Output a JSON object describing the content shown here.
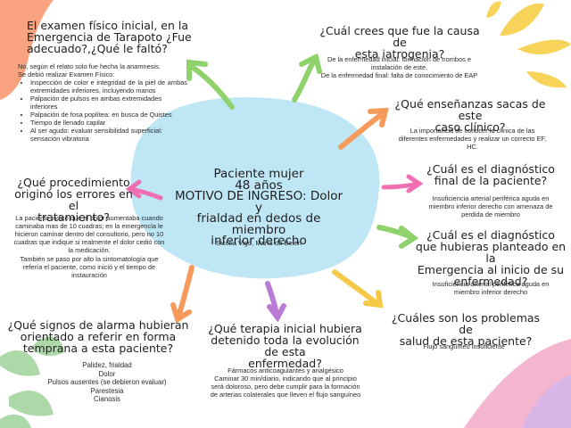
{
  "colors": {
    "central_blob": "#bfe6f5",
    "corner_blob": "#f9a27f",
    "arrow_green": "#8fd16a",
    "arrow_orange": "#f69a5c",
    "arrow_pink": "#ef6fb0",
    "arrow_purple": "#b97bd6",
    "arrow_yellow": "#f7c948",
    "leaf_green": "#9fd39a",
    "sun_yellow": "#f8d35a",
    "corner_pink": "#f4b6cf",
    "corner_lilac": "#d9b4e6"
  },
  "center": {
    "title_line1": "Paciente mujer",
    "title_line2": "48 años",
    "title_line3": "MOTIVO DE INGRESO: Dolor y",
    "title_line4": "frialdad en dedos de miembro",
    "title_line5": "inferior derecho",
    "author": "Siccha Vigo, María de Belén"
  },
  "q1": {
    "question_line1": "El examen físico inicial, en la",
    "question_line2": "Emergencia de Tarapoto ¿Fue",
    "question_line3": "adecuado?,¿Qué le faltó?",
    "answer_intro1": "No, según el relato solo fue hecha la anamnesis.",
    "answer_intro2": "Se debió realizar Examen Físico:",
    "bullets": [
      "Inspección de color e integridad de la piel de ambas extremidades inferiores, incluyendo manos",
      "Palpación de pulsos en ambas extremidades inferiores",
      "Palpación de fosa poplítea: en busca de Quistes",
      "Tiempo de llenado capilar",
      "Al ser agudo: evaluar sensibilidad superficial: sensación vibratoria"
    ]
  },
  "q2": {
    "question_line1": "¿Qué procedimiento",
    "question_line2": "originó los errores en el",
    "question_line3": "tratamiento?",
    "answer_p1": "La paciente indicó que el dolor aumentaba cuando caminaba mas de 10 cuadras; en la emergencia le hicieron caminar dentro del consultorio, pero no 10 cuadras que indique si realmente el dolor cedió con la medicación.",
    "answer_p2": "También se paso por alto la sintomatología que refería el paciente, como inició y el tiempo de instauración"
  },
  "q3": {
    "question_line1": "¿Qué signos de alarma hubieran",
    "question_line2": "orientado a referir en forma",
    "question_line3": "temprana a esta paciente?",
    "answers": [
      "Palidez, frialdad",
      "Dolor",
      "Pulsos ausentes (se debieron evaluar)",
      "Parestesia",
      "Cianosis"
    ]
  },
  "q4": {
    "question_line1": "¿Qué terapia inicial hubiera",
    "question_line2": "detenido toda la evolución de esta",
    "question_line3": "enfermedad?",
    "answer_line1": "Fármacos anticoagulantes y analgésico",
    "answer_line2": "Caminar 30 min/diario, indicando que al principio",
    "answer_line3": "será doloroso, pero debe cumplir para la formación",
    "answer_line4": "de arterias colaterales que lleven el flujo sanguíneo"
  },
  "q5": {
    "question_line1": "¿Cuál crees que fue la causa de",
    "question_line2": "esta iatrogenia?",
    "answer_line1": "De la enfermedad inicial: formación de trombos e",
    "answer_line2": "instalación de este.",
    "answer_line3": "De la enfermedad final: falta de conocimiento de EAP"
  },
  "q6": {
    "question_line1": "¿Qué enseñanzas sacas de este",
    "question_line2": "caso clínico?",
    "answer_line1": "La importancia de conocer la clínica de las",
    "answer_line2": "diferentes enfermedades y realizar un correcto EF,",
    "answer_line3": "HC."
  },
  "q7": {
    "question_line1": "¿Cuál es el diagnóstico",
    "question_line2": "final de la paciente?",
    "answer_line1": "Insuficiencia arterial periférica aguda en",
    "answer_line2": "miembro inferior derecho con amenaza de",
    "answer_line3": "perdida de miembro"
  },
  "q8": {
    "question_line1": "¿Cuál es el diagnóstico",
    "question_line2": "que hubieras planteado en la",
    "question_line3": "Emergencia al inicio de su",
    "question_line4": "enfermedad?",
    "answer_line1": "Insuficiencia arterial periférica aguda en",
    "answer_line2": "miembro inferior derecho"
  },
  "q9": {
    "question_line1": "¿Cuáles son los problemas de",
    "question_line2": "salud de esta paciente?",
    "answer_line1": "Flujo sanguíneo insuficiente"
  }
}
